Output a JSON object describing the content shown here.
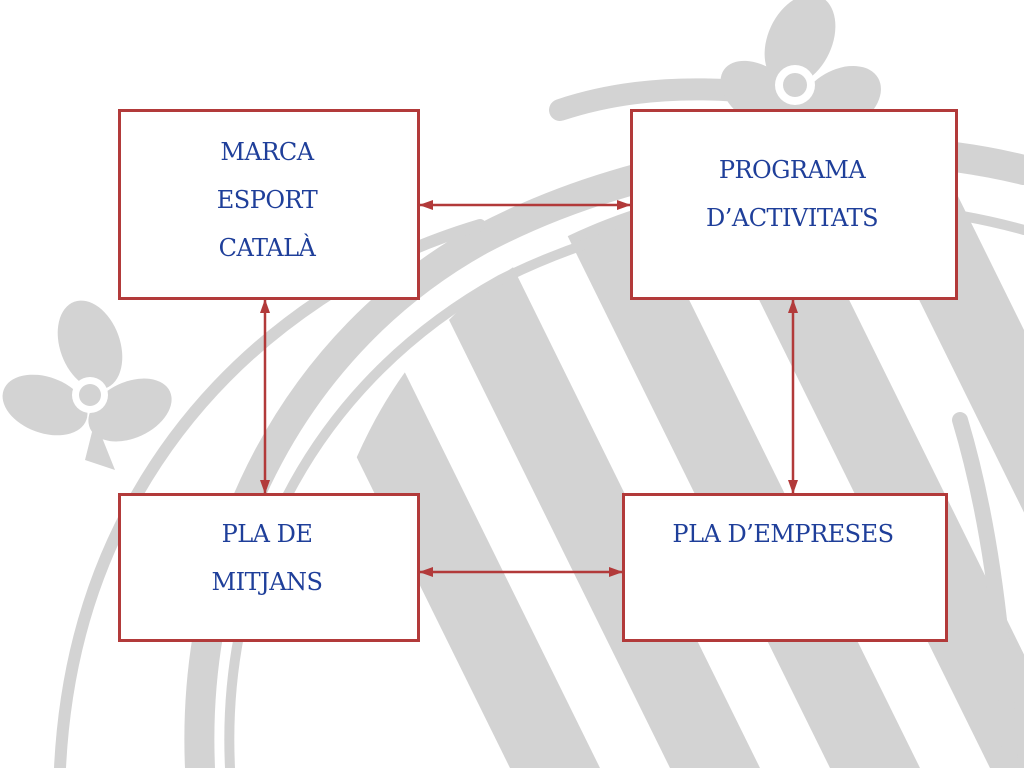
{
  "boxes": {
    "marca": {
      "lines": [
        "MARCA",
        "ESPORT",
        "CATALÀ"
      ]
    },
    "programa": {
      "lines": [
        "PROGRAMA",
        "D’ACTIVITATS"
      ]
    },
    "mitjans": {
      "lines": [
        "PLA DE",
        "MITJANS"
      ]
    },
    "empreses": {
      "lines": [
        "PLA D’EMPRESES"
      ]
    }
  },
  "colors": {
    "box_border": "#b23a3a",
    "arrow": "#b23a3a",
    "text": "#1f3f9a",
    "watermark": "#d3d3d3"
  },
  "icons": {
    "watermark": "senyera-crest-watermark-icon",
    "arrowhead": "double-headed-arrow-icon"
  }
}
